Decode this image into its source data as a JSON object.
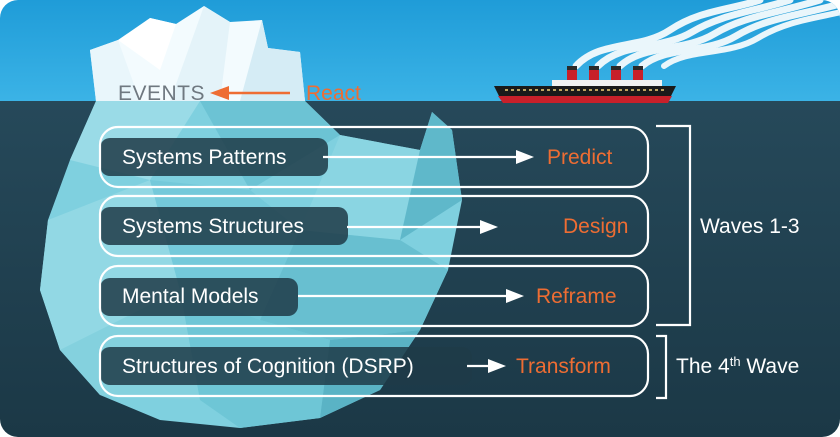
{
  "events": {
    "label": "EVENTS",
    "action": "React"
  },
  "levels": [
    {
      "label": "Systems Patterns",
      "action": "Predict"
    },
    {
      "label": "Systems Structures",
      "action": "Design"
    },
    {
      "label": "Mental Models",
      "action": "Reframe"
    },
    {
      "label": "Structures of Cognition (DSRP)",
      "action": "Transform"
    }
  ],
  "brackets": {
    "waves": "Waves 1-3",
    "fourth_pre": "The 4",
    "fourth_sup": "th",
    "fourth_post": " Wave"
  },
  "colors": {
    "sky": "#2aa7e0",
    "water": "#1f4150",
    "ice": "#7fd0df",
    "accent": "#ee6d33",
    "events_text": "#6f7880",
    "line": "#ffffff"
  }
}
